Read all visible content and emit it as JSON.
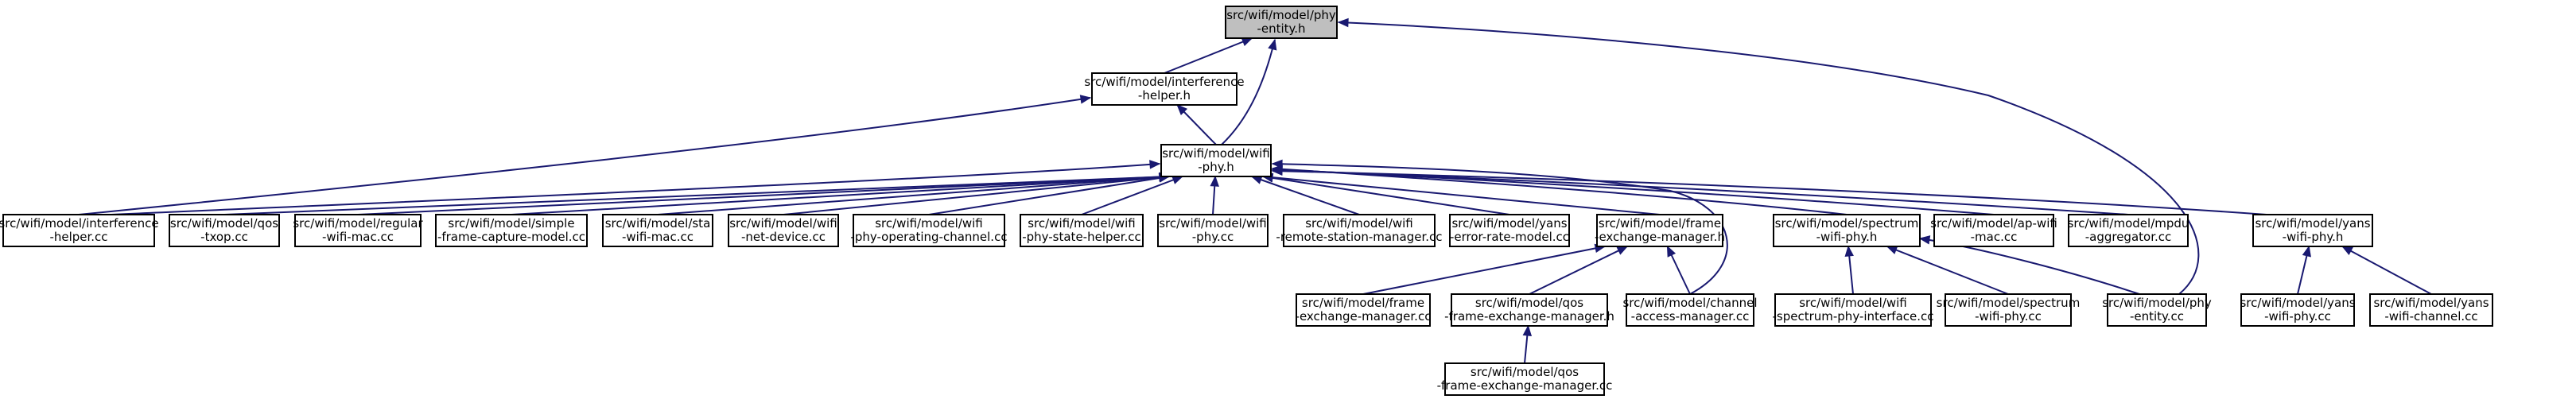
{
  "colors": {
    "edge": "#191970",
    "node_fill": "#ffffff",
    "root_fill": "#bfbfbf",
    "node_border": "#000000"
  },
  "nodes": [
    {
      "id": "root",
      "lines": [
        "src/wifi/model/phy",
        "-entity.h"
      ]
    },
    {
      "id": "ih_h",
      "lines": [
        "src/wifi/model/interference",
        "-helper.h"
      ]
    },
    {
      "id": "wifiphy",
      "lines": [
        "src/wifi/model/wifi",
        "-phy.h"
      ]
    },
    {
      "id": "ih_cc",
      "lines": [
        "src/wifi/model/interference",
        "-helper.cc"
      ]
    },
    {
      "id": "qos_txop",
      "lines": [
        "src/wifi/model/qos",
        "-txop.cc"
      ]
    },
    {
      "id": "regular",
      "lines": [
        "src/wifi/model/regular",
        "-wifi-mac.cc"
      ]
    },
    {
      "id": "simple",
      "lines": [
        "src/wifi/model/simple",
        "-frame-capture-model.cc"
      ]
    },
    {
      "id": "sta",
      "lines": [
        "src/wifi/model/sta",
        "-wifi-mac.cc"
      ]
    },
    {
      "id": "netdev",
      "lines": [
        "src/wifi/model/wifi",
        "-net-device.cc"
      ]
    },
    {
      "id": "opchan",
      "lines": [
        "src/wifi/model/wifi",
        "-phy-operating-channel.cc"
      ]
    },
    {
      "id": "psh",
      "lines": [
        "src/wifi/model/wifi",
        "-phy-state-helper.cc"
      ]
    },
    {
      "id": "wphycc",
      "lines": [
        "src/wifi/model/wifi",
        "-phy.cc"
      ]
    },
    {
      "id": "rsm",
      "lines": [
        "src/wifi/model/wifi",
        "-remote-station-manager.cc"
      ]
    },
    {
      "id": "yerm",
      "lines": [
        "src/wifi/model/yans",
        "-error-rate-model.cc"
      ]
    },
    {
      "id": "fem_h",
      "lines": [
        "src/wifi/model/frame",
        "-exchange-manager.h"
      ]
    },
    {
      "id": "sp_h",
      "lines": [
        "src/wifi/model/spectrum",
        "-wifi-phy.h"
      ]
    },
    {
      "id": "ap",
      "lines": [
        "src/wifi/model/ap-wifi",
        "-mac.cc"
      ]
    },
    {
      "id": "mpdu",
      "lines": [
        "src/wifi/model/mpdu",
        "-aggregator.cc"
      ]
    },
    {
      "id": "yans_h",
      "lines": [
        "src/wifi/model/yans",
        "-wifi-phy.h"
      ]
    },
    {
      "id": "fem_cc",
      "lines": [
        "src/wifi/model/frame",
        "-exchange-manager.cc"
      ]
    },
    {
      "id": "qfem_h",
      "lines": [
        "src/wifi/model/qos",
        "-frame-exchange-manager.h"
      ]
    },
    {
      "id": "cam",
      "lines": [
        "src/wifi/model/channel",
        "-access-manager.cc"
      ]
    },
    {
      "id": "spi",
      "lines": [
        "src/wifi/model/wifi",
        "-spectrum-phy-interface.cc"
      ]
    },
    {
      "id": "swp_cc",
      "lines": [
        "src/wifi/model/spectrum",
        "-wifi-phy.cc"
      ]
    },
    {
      "id": "pe_cc",
      "lines": [
        "src/wifi/model/phy",
        "-entity.cc"
      ]
    },
    {
      "id": "ywp_cc",
      "lines": [
        "src/wifi/model/yans",
        "-wifi-phy.cc"
      ]
    },
    {
      "id": "ywc_cc",
      "lines": [
        "src/wifi/model/yans",
        "-wifi-channel.cc"
      ]
    },
    {
      "id": "qfem_cc",
      "lines": [
        "src/wifi/model/qos",
        "-frame-exchange-manager.cc"
      ]
    }
  ],
  "edges": [
    [
      "ih_h",
      "root"
    ],
    [
      "wifiphy",
      "root"
    ],
    [
      "pe_cc",
      "root"
    ],
    [
      "wifiphy",
      "ih_h"
    ],
    [
      "ih_cc",
      "ih_h"
    ],
    [
      "ih_cc",
      "wifiphy"
    ],
    [
      "qos_txop",
      "wifiphy"
    ],
    [
      "regular",
      "wifiphy"
    ],
    [
      "simple",
      "wifiphy"
    ],
    [
      "sta",
      "wifiphy"
    ],
    [
      "netdev",
      "wifiphy"
    ],
    [
      "opchan",
      "wifiphy"
    ],
    [
      "psh",
      "wifiphy"
    ],
    [
      "wphycc",
      "wifiphy"
    ],
    [
      "rsm",
      "wifiphy"
    ],
    [
      "yerm",
      "wifiphy"
    ],
    [
      "fem_h",
      "wifiphy"
    ],
    [
      "cam",
      "wifiphy"
    ],
    [
      "sp_h",
      "wifiphy"
    ],
    [
      "ap",
      "wifiphy"
    ],
    [
      "mpdu",
      "wifiphy"
    ],
    [
      "yans_h",
      "wifiphy"
    ],
    [
      "fem_cc",
      "fem_h"
    ],
    [
      "qfem_h",
      "fem_h"
    ],
    [
      "cam",
      "fem_h"
    ],
    [
      "qfem_cc",
      "qfem_h"
    ],
    [
      "spi",
      "sp_h"
    ],
    [
      "swp_cc",
      "sp_h"
    ],
    [
      "pe_cc",
      "sp_h"
    ],
    [
      "ywp_cc",
      "yans_h"
    ],
    [
      "ywc_cc",
      "yans_h"
    ]
  ]
}
